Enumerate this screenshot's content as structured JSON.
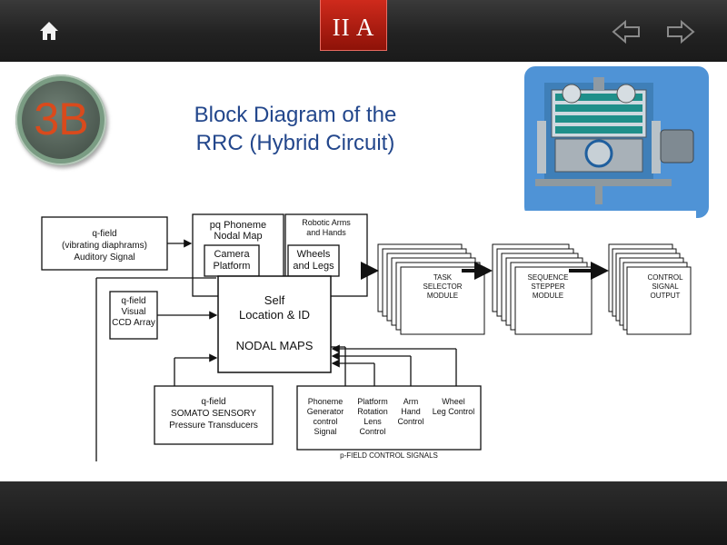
{
  "header": {
    "section_label": "II A",
    "home_icon": "home-icon",
    "prev_icon": "arrow-left-icon",
    "next_icon": "arrow-right-icon"
  },
  "badge": {
    "label": "3B"
  },
  "title": {
    "line1": "Block Diagram of the",
    "line2": "RRC (Hybrid Circuit)"
  },
  "image": {
    "icon": "robot-illustration"
  },
  "colors": {
    "title": "#23478c",
    "badge_text": "#d94a1c",
    "section_tab": "#b81d10",
    "panel": "#4f93d6"
  },
  "diagram": {
    "auditory": {
      "l1": "q-field",
      "l2": "(vibrating diaphrams)",
      "l3": "Auditory Signal"
    },
    "phoneme": {
      "l1": "pq Phoneme",
      "l2": "Nodal Map"
    },
    "camera": {
      "l1": "Camera",
      "l2": "Platform"
    },
    "robotic": {
      "l1": "Robotic Arms",
      "l2": "and Hands"
    },
    "wheels": {
      "l1": "Wheels",
      "l2": "and Legs"
    },
    "self": {
      "l1": "Self",
      "l2": "Location & ID"
    },
    "nodal": {
      "label": "NODAL MAPS"
    },
    "visual": {
      "l1": "q-field",
      "l2": "Visual",
      "l3": "CCD Array"
    },
    "somato": {
      "l1": "q-field",
      "l2": "SOMATO SENSORY",
      "l3": "Pressure Transducers"
    },
    "task": {
      "l1": "TASK",
      "l2": "SELECTOR",
      "l3": "MODULE"
    },
    "sequence": {
      "l1": "SEQUENCE",
      "l2": "STEPPER",
      "l3": "MODULE"
    },
    "control": {
      "l1": "CONTROL",
      "l2": "SIGNAL",
      "l3": "OUTPUT"
    },
    "controls": {
      "phoneme_gen": {
        "l1": "Phoneme",
        "l2": "Generator",
        "l3": "control",
        "l4": "Signal"
      },
      "platform_rot": {
        "l1": "Platform",
        "l2": "Rotation",
        "l3": "Lens",
        "l4": "Control"
      },
      "arm_hand": {
        "l1": "Arm",
        "l2": "Hand",
        "l3": "Control"
      },
      "wheel_leg": {
        "l1": "Wheel",
        "l2": "Leg Control"
      }
    },
    "footer": "p-FIELD CONTROL SIGNALS"
  }
}
